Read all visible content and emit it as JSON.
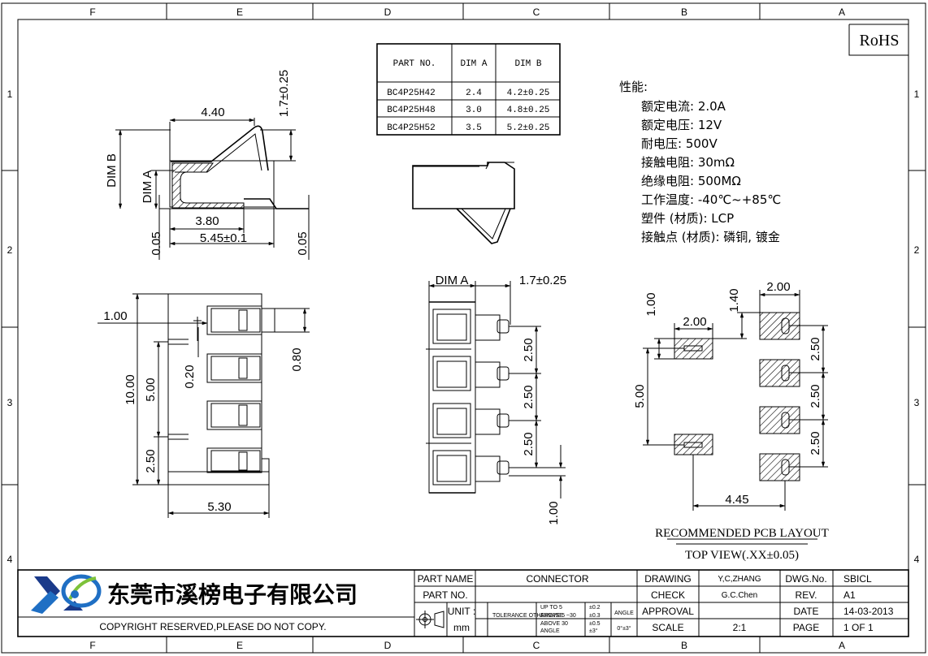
{
  "border": {
    "top_letters": [
      "F",
      "E",
      "D",
      "C",
      "B",
      "A"
    ],
    "bottom_letters": [
      "F",
      "E",
      "D",
      "C",
      "B",
      "A"
    ],
    "side_numbers": [
      "1",
      "2",
      "3",
      "4"
    ]
  },
  "rohs": "RoHS",
  "part_table": {
    "headers": [
      "PART NO.",
      "DIM A",
      "DIM B"
    ],
    "rows": [
      [
        "BC4P25H42",
        "2.4",
        "4.2±0.25"
      ],
      [
        "BC4P25H48",
        "3.0",
        "4.8±0.25"
      ],
      [
        "BC4P25H52",
        "3.5",
        "5.2±0.25"
      ]
    ]
  },
  "specs": {
    "title": "性能:",
    "lines": [
      "额定电流: 2.0A",
      "额定电压: 12V",
      "耐电压: 500V",
      "接触电阻: 30mΩ",
      "绝缘电阻: 500MΩ",
      "工作温度: -40℃~+85℃",
      "塑件 (材质): LCP",
      "接触点 (材质): 磷铜, 镀金"
    ]
  },
  "side_view": {
    "d_4_40": "4.40",
    "d_1_7": "1.7±0.25",
    "dim_b": "DIM B",
    "dim_a": "DIM A",
    "d_3_80": "3.80",
    "d_5_45": "5.45±0.1",
    "d_005_l": "0.05",
    "d_005_r": "0.05"
  },
  "top_view": {
    "d_1_00": "1.00",
    "d_10_00": "10.00",
    "d_5_00": "5.00",
    "d_0_20": "0.20",
    "d_2_50": "2.50",
    "d_0_80": "0.80",
    "d_5_30": "5.30"
  },
  "front_view": {
    "dim_a": "DIM A",
    "d_1_7": "1.7±0.25",
    "pitch": [
      "2.50",
      "2.50",
      "2.50"
    ],
    "d_1_00": "1.00"
  },
  "pcb": {
    "d_1_40": "1.40",
    "d_2_00_top": "2.00",
    "d_1_00": "1.00",
    "d_2_00": "2.00",
    "d_5_00": "5.00",
    "pitch": [
      "2.50",
      "2.50",
      "2.50"
    ],
    "d_4_45": "4.45",
    "title": "RECOMMENDED PCB LAYOUT",
    "subtitle": "TOP VIEW(.XX±0.05)"
  },
  "title_block": {
    "company": "东莞市溪榜电子有限公司",
    "copyright": "COPYRIGHT RESERVED,PLEASE DO NOT COPY.",
    "part_name_label": "PART NAME",
    "part_name": "CONNECTOR",
    "part_no_label": "PART NO.",
    "unit_label": "UNIT :",
    "unit": "mm",
    "tolerance_label": "TOLERANCE OTHERWISE",
    "tol_ranges": [
      "UP TO 5",
      "ABOVE 5 ~30",
      "ABOVE 30",
      "ANGLE"
    ],
    "tol_values": [
      "±0.2",
      "±0.3",
      "±0.5",
      "±3°"
    ],
    "angle_label": "ANGLE",
    "angle_value": "0°±3°",
    "drawing_label": "DRAWING",
    "drawing": "Y,C,ZHANG",
    "check_label": "CHECK",
    "check": "G.C.Chen",
    "approval_label": "APPROVAL",
    "scale_label": "SCALE",
    "scale": "2:1",
    "dwg_no_label": "DWG.No.",
    "dwg_no": "SBICL",
    "rev_label": "REV.",
    "rev": "A1",
    "date_label": "DATE",
    "date": "14-03-2013",
    "page_label": "PAGE",
    "page": "1 OF 1"
  },
  "colors": {
    "logo_blue": "#1f6fc4",
    "logo_navy": "#1a3a8a",
    "logo_green": "#7dc23a"
  }
}
